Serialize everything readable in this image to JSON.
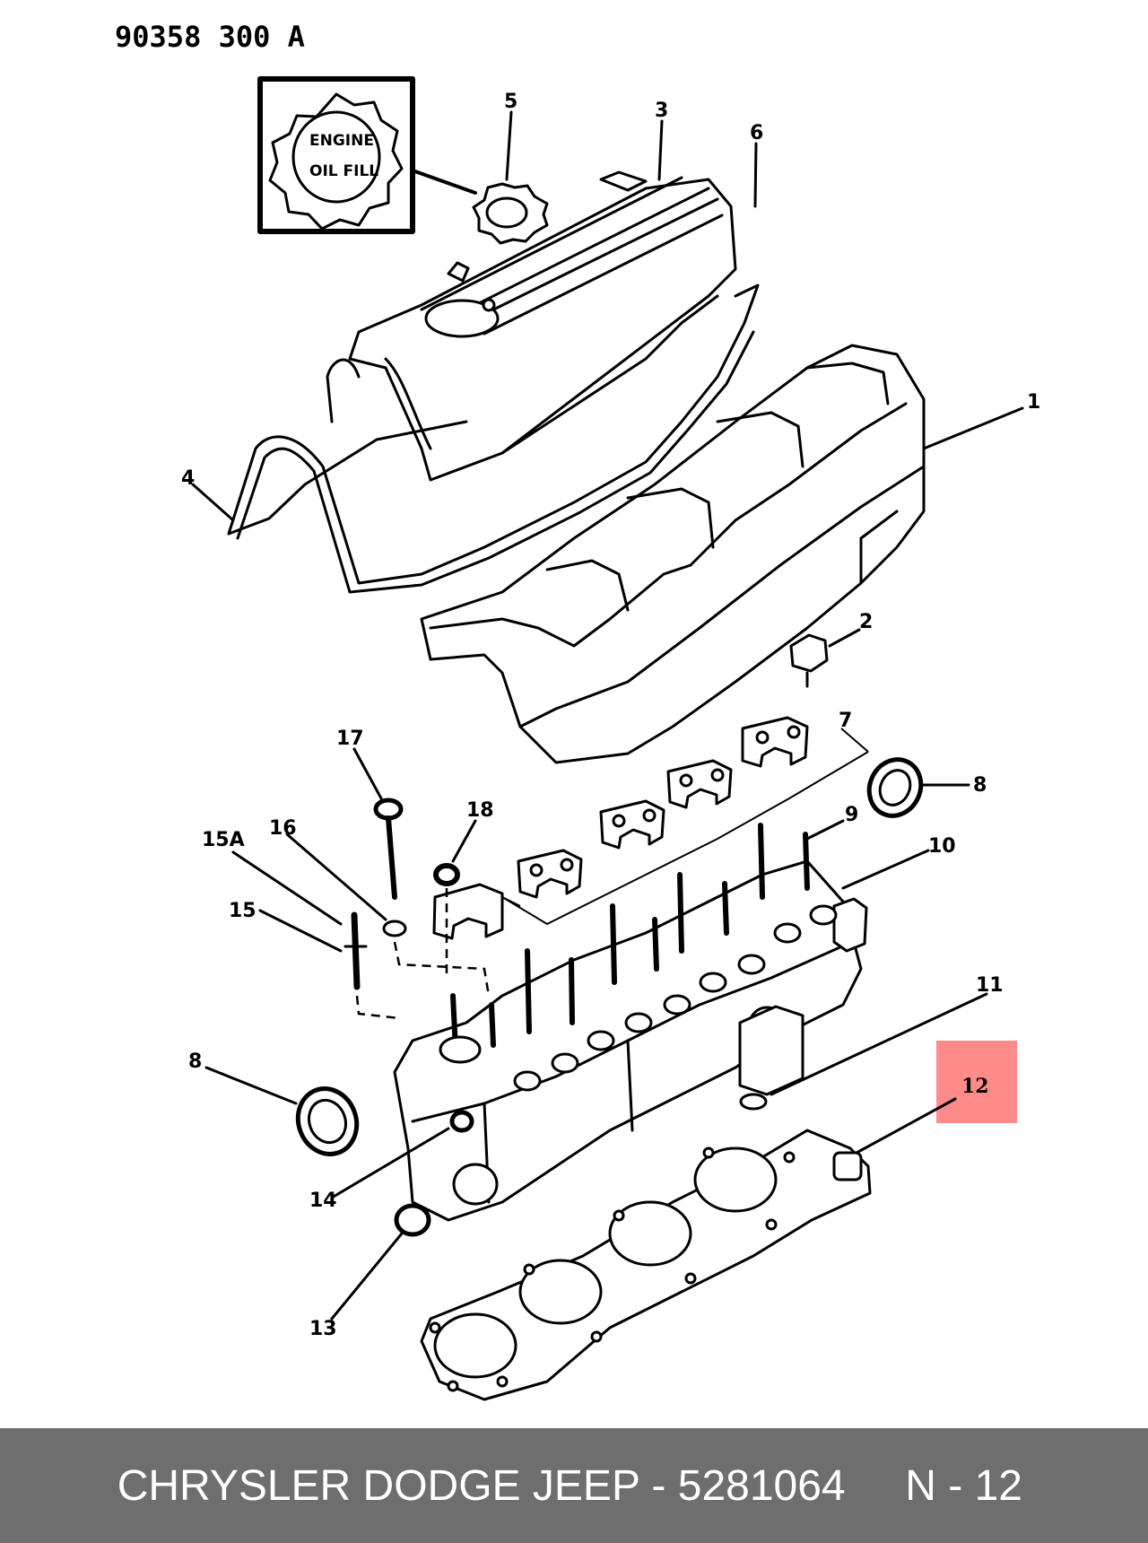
{
  "reference_number": "90358 300 A",
  "oil_cap_badge": [
    "ENGINE",
    "OIL FILL"
  ],
  "callouts": [
    {
      "id": "1",
      "label": "1"
    },
    {
      "id": "2",
      "label": "2"
    },
    {
      "id": "3",
      "label": "3"
    },
    {
      "id": "4",
      "label": "4"
    },
    {
      "id": "5",
      "label": "5"
    },
    {
      "id": "6",
      "label": "6"
    },
    {
      "id": "7",
      "label": "7"
    },
    {
      "id": "8a",
      "label": "8"
    },
    {
      "id": "8b",
      "label": "8"
    },
    {
      "id": "9",
      "label": "9"
    },
    {
      "id": "10",
      "label": "10"
    },
    {
      "id": "11",
      "label": "11"
    },
    {
      "id": "12",
      "label": "12"
    },
    {
      "id": "13",
      "label": "13"
    },
    {
      "id": "14",
      "label": "14"
    },
    {
      "id": "15",
      "label": "15"
    },
    {
      "id": "15A",
      "label": "15A"
    },
    {
      "id": "16",
      "label": "16"
    },
    {
      "id": "17",
      "label": "17"
    },
    {
      "id": "18",
      "label": "18"
    }
  ],
  "highlighted_part": "12",
  "highlight_color": "#ff8a8a",
  "footer": {
    "text": "CHRYSLER DODGE JEEP - 5281064     N - 12",
    "background": "#6e6e6e",
    "color": "#ffffff"
  }
}
